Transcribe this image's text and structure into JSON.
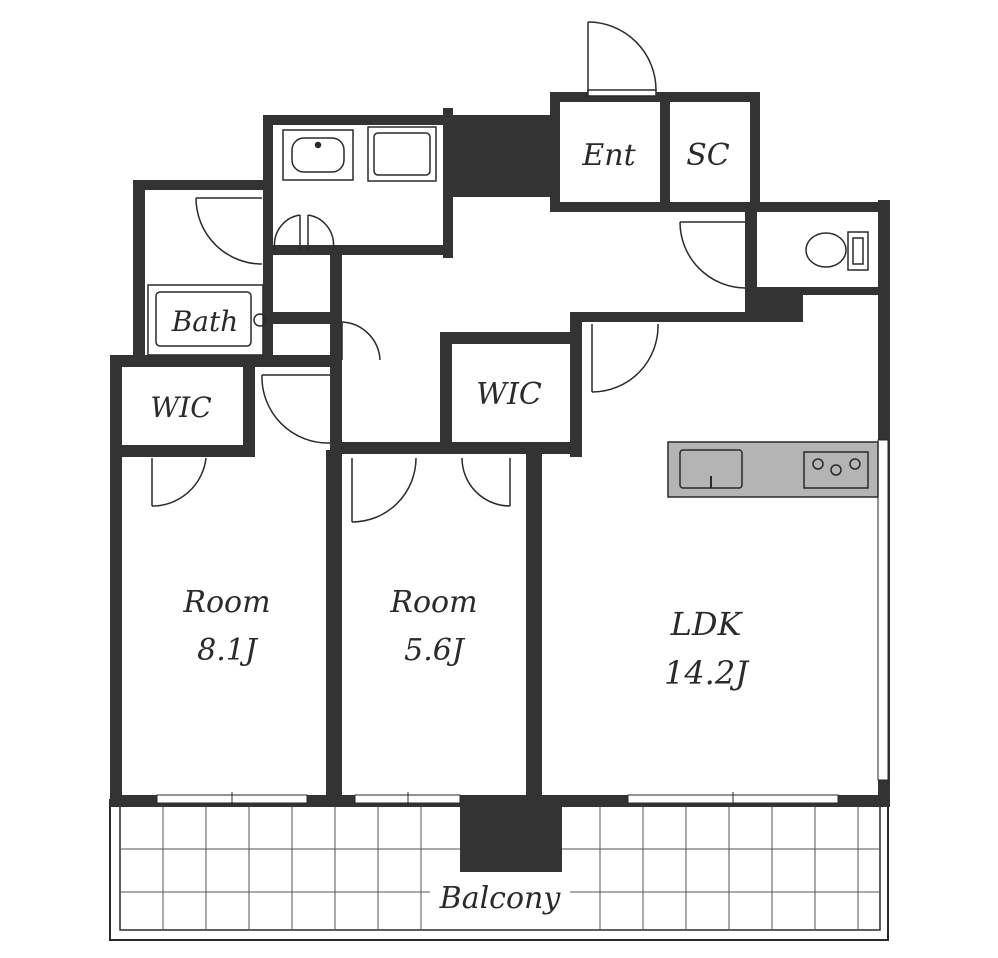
{
  "floorplan": {
    "rooms": {
      "entrance": "Ent",
      "shoe_closet": "SC",
      "bath": "Bath",
      "wic_left": "WIC",
      "wic_center": "WIC",
      "room1_name": "Room",
      "room1_size": "8.1J",
      "room2_name": "Room",
      "room2_size": "5.6J",
      "ldk_name": "LDK",
      "ldk_size": "14.2J",
      "balcony": "Balcony"
    },
    "colors": {
      "wall": "#333333",
      "line": "#2a2a2a",
      "counter": "#b4b4b4",
      "background": "#ffffff"
    }
  }
}
